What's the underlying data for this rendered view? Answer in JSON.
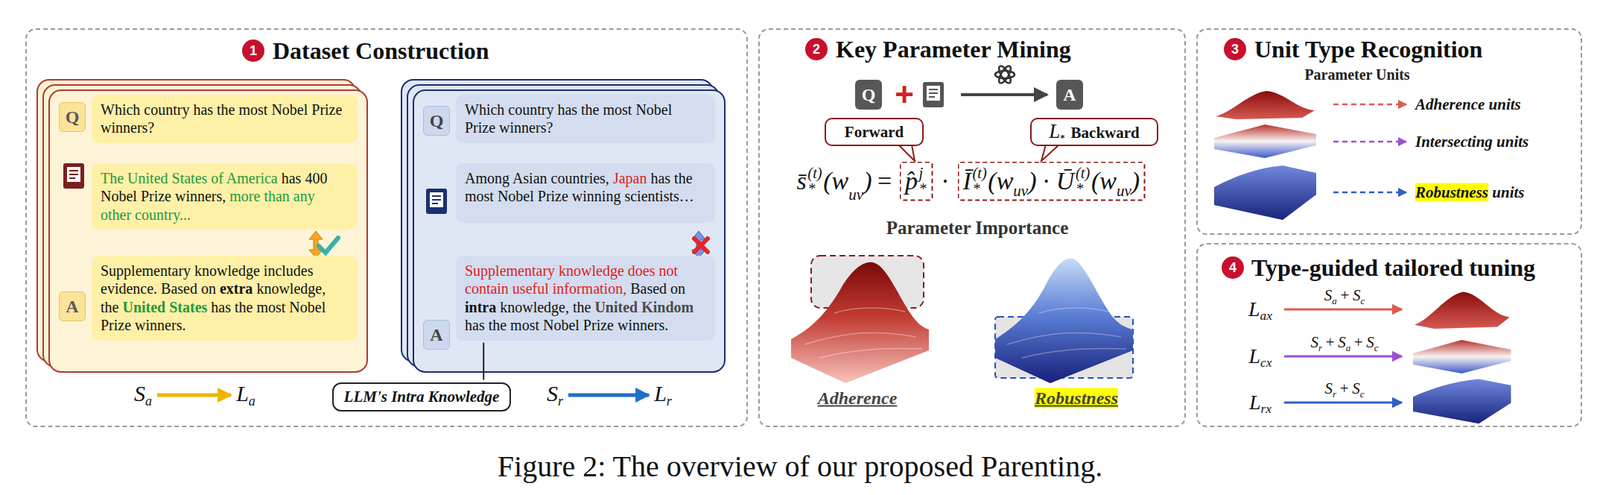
{
  "diagram": {
    "caption": "Figure 2: The overview of our proposed Parenting.",
    "nodes": [
      {
        "text": [
          "Dataset Construction"
        ]
      },
      {
        "text": [
          "Q"
        ],
        "in": 0
      },
      {
        "text": [
          "Which country has the most Nobel Prize winners?"
        ],
        "in": 0
      },
      {
        "text": [
          "The United States of America",
          "has 400 Nobel Prize winners,",
          "more than any other country..."
        ],
        "in": 0
      },
      {
        "text": [
          "A"
        ],
        "in": 0
      },
      {
        "text": [
          "Supplementary knowledge includes evidence. Based on",
          "extra",
          "knowledge, the",
          "United States",
          "has the most Nobel Prize winners."
        ],
        "in": 0
      },
      {
        "text": [
          "Q"
        ],
        "in": 0
      },
      {
        "text": [
          "Which country has the most Nobel Prize winners?"
        ],
        "in": 0
      },
      {
        "text": [
          "Among Asian countries,",
          "Japan",
          "has the most Nobel Prize winning scientists…"
        ],
        "in": 0
      },
      {
        "text": [
          "A"
        ],
        "in": 0
      },
      {
        "text": [
          "Supplementary knowledge does not contain useful information,",
          "Based on",
          "intra",
          "knowledge, the",
          "United Kindom",
          "has the most Nobel Prize winners."
        ],
        "in": 0
      },
      {
        "text": [
          "LLM's Intra Knowledge"
        ],
        "in": 0
      },
      {
        "text": [
          "S",
          "a"
        ],
        "in": 0
      },
      {
        "text": [
          "L",
          "a"
        ],
        "in": 0
      },
      {
        "text": [
          "S",
          "r"
        ],
        "in": 0
      },
      {
        "text": [
          "L",
          "r"
        ],
        "in": 0
      },
      {
        "text": [
          "Key Parameter Mining"
        ]
      },
      {
        "text": [
          "Q"
        ],
        "in": 16
      },
      {
        "text": [
          "A"
        ],
        "in": 16
      },
      {
        "text": [
          "Forward"
        ],
        "in": 16
      },
      {
        "text": [
          "L",
          "*",
          "Backward"
        ],
        "in": 16
      },
      {
        "text": [
          "Unit Type Recognition"
        ]
      },
      {
        "text": [
          "Type-guided tailored tuning"
        ]
      }
    ],
    "edges": [
      {
        "from": 12,
        "to": 13,
        "arrow": "to"
      },
      {
        "from": 14,
        "to": 15,
        "arrow": "to"
      },
      {
        "from": 11,
        "to": 10,
        "arrow": "none"
      }
    ],
    "labels": [
      "1",
      "2",
      "+",
      "s̄",
      "(t)",
      "*",
      "(w",
      "uv",
      ")",
      "=",
      "p̂",
      "j",
      "*",
      "·",
      "Ī",
      "(t)",
      "*",
      "(w",
      "uv",
      ")",
      "·",
      "Ū",
      "(t)",
      "*",
      "(w",
      "uv",
      ")",
      "Parameter Importance",
      "Adherence",
      "Robustness",
      "3",
      "Parameter Units",
      "Adherence units",
      "Intersecting units",
      "Robustness",
      "units",
      "4",
      "L",
      "ax",
      "S",
      "a",
      "+",
      "S",
      "c",
      "L",
      "cx",
      "S",
      "r",
      "+",
      "S",
      "a",
      "+",
      "S",
      "c",
      "L",
      "rx",
      "S",
      "r",
      "+",
      "S",
      "c"
    ]
  }
}
